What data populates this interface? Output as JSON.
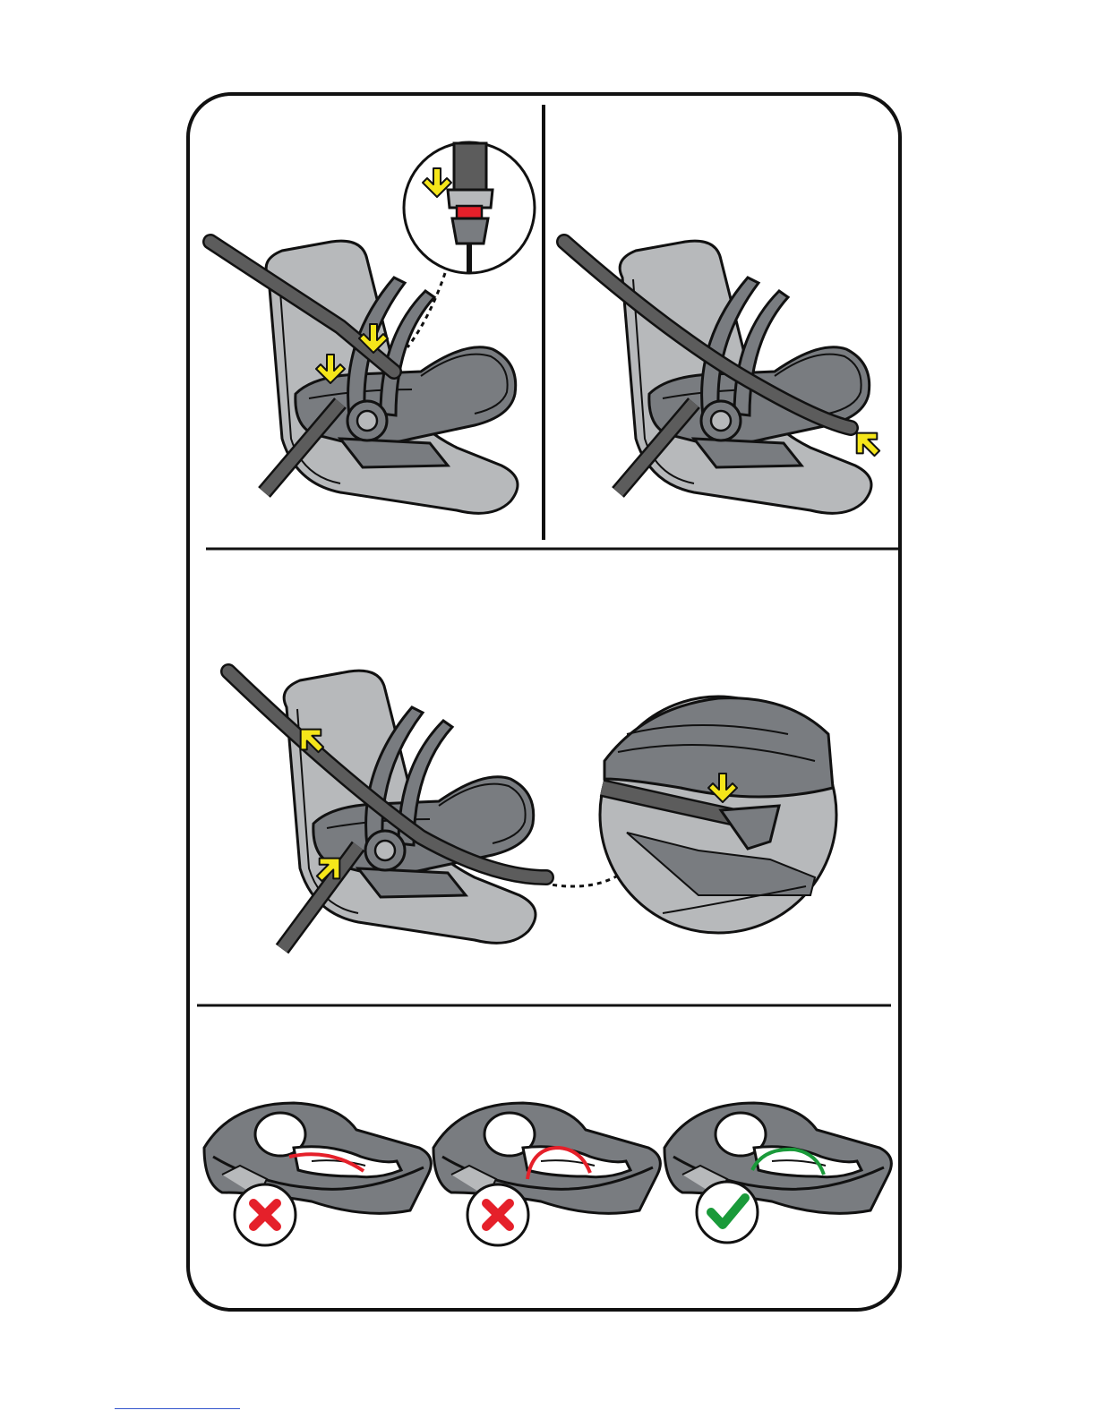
{
  "palette": {
    "outline": "#111111",
    "seat_light": "#b7b9bb",
    "seat_dark": "#797c80",
    "belt": "#5c5c5c",
    "arrow": "#f5e61a",
    "buckle_red": "#e5202a",
    "cross_red": "#e5202a",
    "check_green": "#1a9a3a",
    "harness_red": "#e5202a",
    "harness_green": "#1a9a3a",
    "link": "#3355cc"
  },
  "panels": [
    {
      "id": "step-buckle-belt",
      "icons": [
        "arrow-down-icon",
        "arrow-down-icon",
        "arrow-down-icon",
        "buckle-detail-icon"
      ]
    },
    {
      "id": "step-route-belt",
      "icons": [
        "arrow-up-icon"
      ]
    },
    {
      "id": "step-tighten-belt",
      "icons": [
        "arrow-up-icon",
        "arrow-up-icon",
        "belt-guide-detail-icon"
      ]
    },
    {
      "id": "harness-fit",
      "variants": [
        {
          "status": "incorrect",
          "icon": "cross-icon"
        },
        {
          "status": "incorrect",
          "icon": "cross-icon"
        },
        {
          "status": "correct",
          "icon": "check-icon"
        }
      ]
    }
  ]
}
